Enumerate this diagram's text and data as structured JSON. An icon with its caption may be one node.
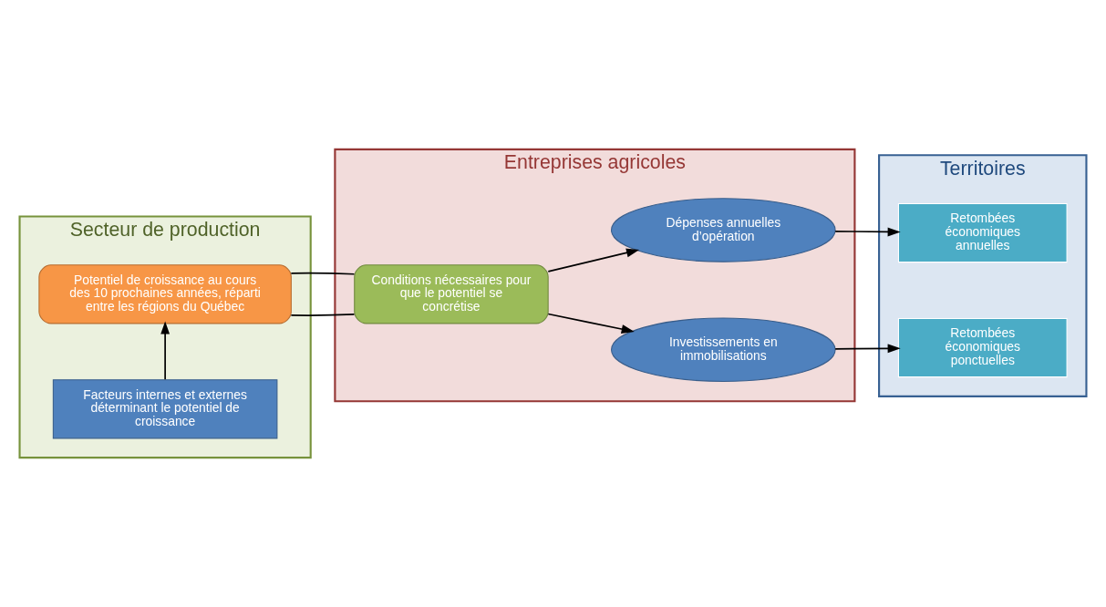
{
  "diagram": {
    "nodes": [
      {
        "text": [
          "Secteur de production"
        ]
      },
      {
        "text": [
          "Facteurs internes et externes déterminant le potentiel de croissance"
        ],
        "in": 0
      },
      {
        "text": [
          "Potentiel de croissance au cours des 10 prochaines années, réparti entre les régions du Québec"
        ],
        "in": 0
      },
      {
        "text": [
          "Entreprises agricoles"
        ]
      },
      {
        "text": [
          "Conditions nécessaires pour que le potentiel se concrétise"
        ],
        "in": 3
      },
      {
        "text": [
          "Investissements en immobilisations"
        ],
        "in": 3
      },
      {
        "text": [
          "Dépenses annuelles d’opération"
        ],
        "in": 3
      },
      {
        "text": [
          "Territoires"
        ]
      },
      {
        "text": [
          "Retombées économiques ponctuelles"
        ],
        "in": 7
      },
      {
        "text": [
          "Retombées économiques annuelles"
        ],
        "in": 7
      }
    ],
    "edges": [
      {
        "from": 1,
        "to": 2,
        "arrow": "to"
      },
      {
        "from": 2,
        "to": 4,
        "arrow": "none"
      },
      {
        "from": 2,
        "to": 4,
        "arrow": "none"
      },
      {
        "from": 4,
        "to": 5,
        "arrow": "to"
      },
      {
        "from": 4,
        "to": 6,
        "arrow": "to"
      },
      {
        "from": 5,
        "to": 8,
        "arrow": "to"
      },
      {
        "from": 6,
        "to": 9,
        "arrow": "to"
      }
    ]
  }
}
